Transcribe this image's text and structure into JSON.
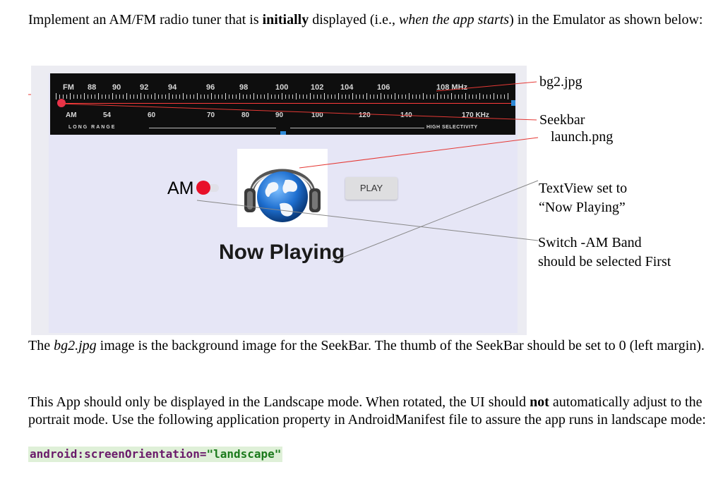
{
  "intro": {
    "t1": "Implement an AM/FM radio tuner that is ",
    "b1": "initially",
    "t2": " displayed (i.e., ",
    "i1": "when the app starts",
    "t3": ") in the Emulator as shown below:"
  },
  "dial": {
    "fm_label": "FM",
    "fm_marks": [
      "88",
      "90",
      "92",
      "94",
      "96",
      "98",
      "100",
      "102",
      "104",
      "106",
      "108 MHz"
    ],
    "am_label": "AM",
    "am_marks": [
      "54",
      "60",
      "70",
      "80",
      "90",
      "100",
      "120",
      "140",
      "170 KHz"
    ],
    "long_range": "LONG RANGE",
    "high_selectivity": "HIGH SELECTIVITY"
  },
  "app": {
    "switch_label": "AM",
    "play_button": "PLAY",
    "now_playing": "Now Playing"
  },
  "seekbar": {
    "progress": 0
  },
  "annotations": {
    "bg": "bg2.jpg",
    "seekbar": "Seekbar",
    "launch": "launch.png",
    "textview_1": "TextView set to",
    "textview_2": "“Now Playing”",
    "switch_1": "Switch -AM Band",
    "switch_2": "should be selected First"
  },
  "para2": {
    "t1": "The ",
    "i1": "bg2.jpg",
    "t2": " image is the background image for the SeekBar. The thumb of the SeekBar should be set to 0 (left margin)."
  },
  "para3": {
    "t1": "This App should only be displayed in the Landscape mode. When rotated, the UI should ",
    "b1": "not",
    "t2": " automatically adjust to the portrait mode. Use the following application property in AndroidManifest file to assure the app runs in landscape mode:"
  },
  "code": {
    "attr": "android:screenOrientation=",
    "value": "\"landscape\""
  },
  "colors": {
    "switch_thumb": "#e8112a",
    "annotation_line": "#e53935",
    "globe_blue": "#1e6fd0"
  }
}
